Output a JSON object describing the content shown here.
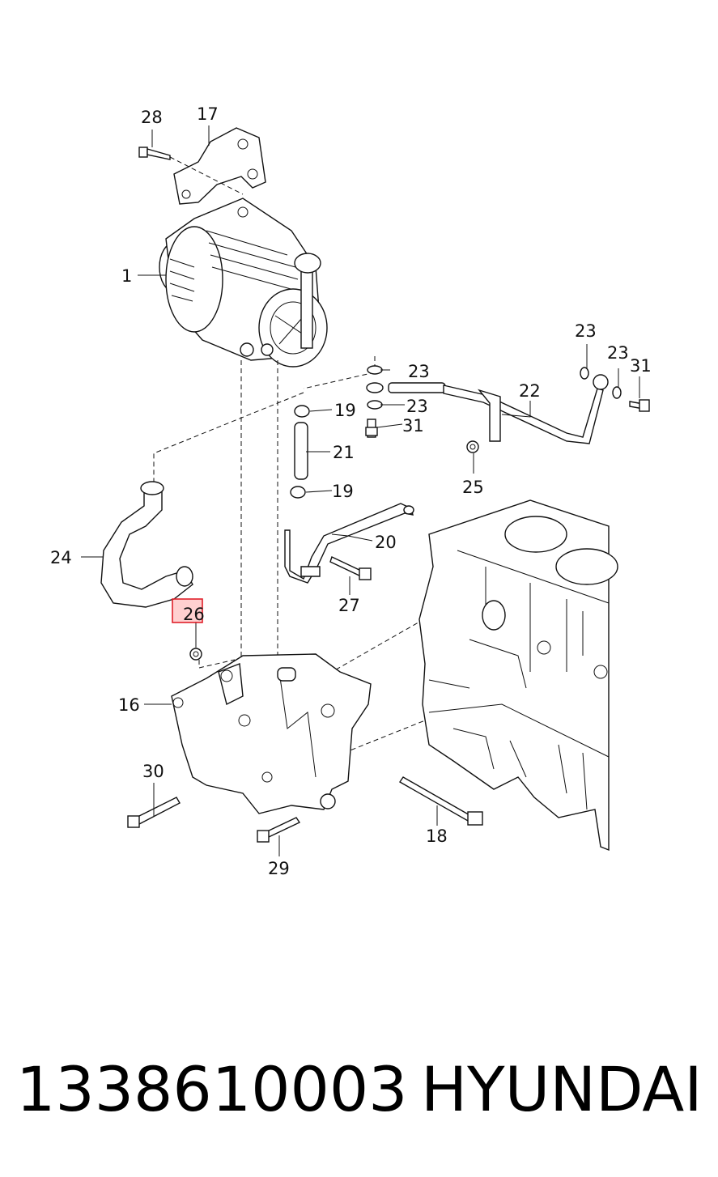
{
  "diagram": {
    "callouts": [
      {
        "id": "c28",
        "text": "28"
      },
      {
        "id": "c17",
        "text": "17"
      },
      {
        "id": "c1",
        "text": "1"
      },
      {
        "id": "c23a",
        "text": "23"
      },
      {
        "id": "c23b",
        "text": "23"
      },
      {
        "id": "c23c",
        "text": "23"
      },
      {
        "id": "c23d",
        "text": "23"
      },
      {
        "id": "c31a",
        "text": "31"
      },
      {
        "id": "c31b",
        "text": "31"
      },
      {
        "id": "c22",
        "text": "22"
      },
      {
        "id": "c19a",
        "text": "19"
      },
      {
        "id": "c19b",
        "text": "19"
      },
      {
        "id": "c21",
        "text": "21"
      },
      {
        "id": "c25",
        "text": "25"
      },
      {
        "id": "c20",
        "text": "20"
      },
      {
        "id": "c24",
        "text": "24"
      },
      {
        "id": "c27",
        "text": "27"
      },
      {
        "id": "c26",
        "text": "26"
      },
      {
        "id": "c16",
        "text": "16"
      },
      {
        "id": "c30",
        "text": "30"
      },
      {
        "id": "c18",
        "text": "18"
      },
      {
        "id": "c29",
        "text": "29"
      }
    ],
    "highlight_colors": {
      "fill": "#ffb3b3",
      "stroke": "#e0202a"
    }
  },
  "footer": {
    "part_number": "1338610003",
    "brand": "HYUNDAI"
  }
}
